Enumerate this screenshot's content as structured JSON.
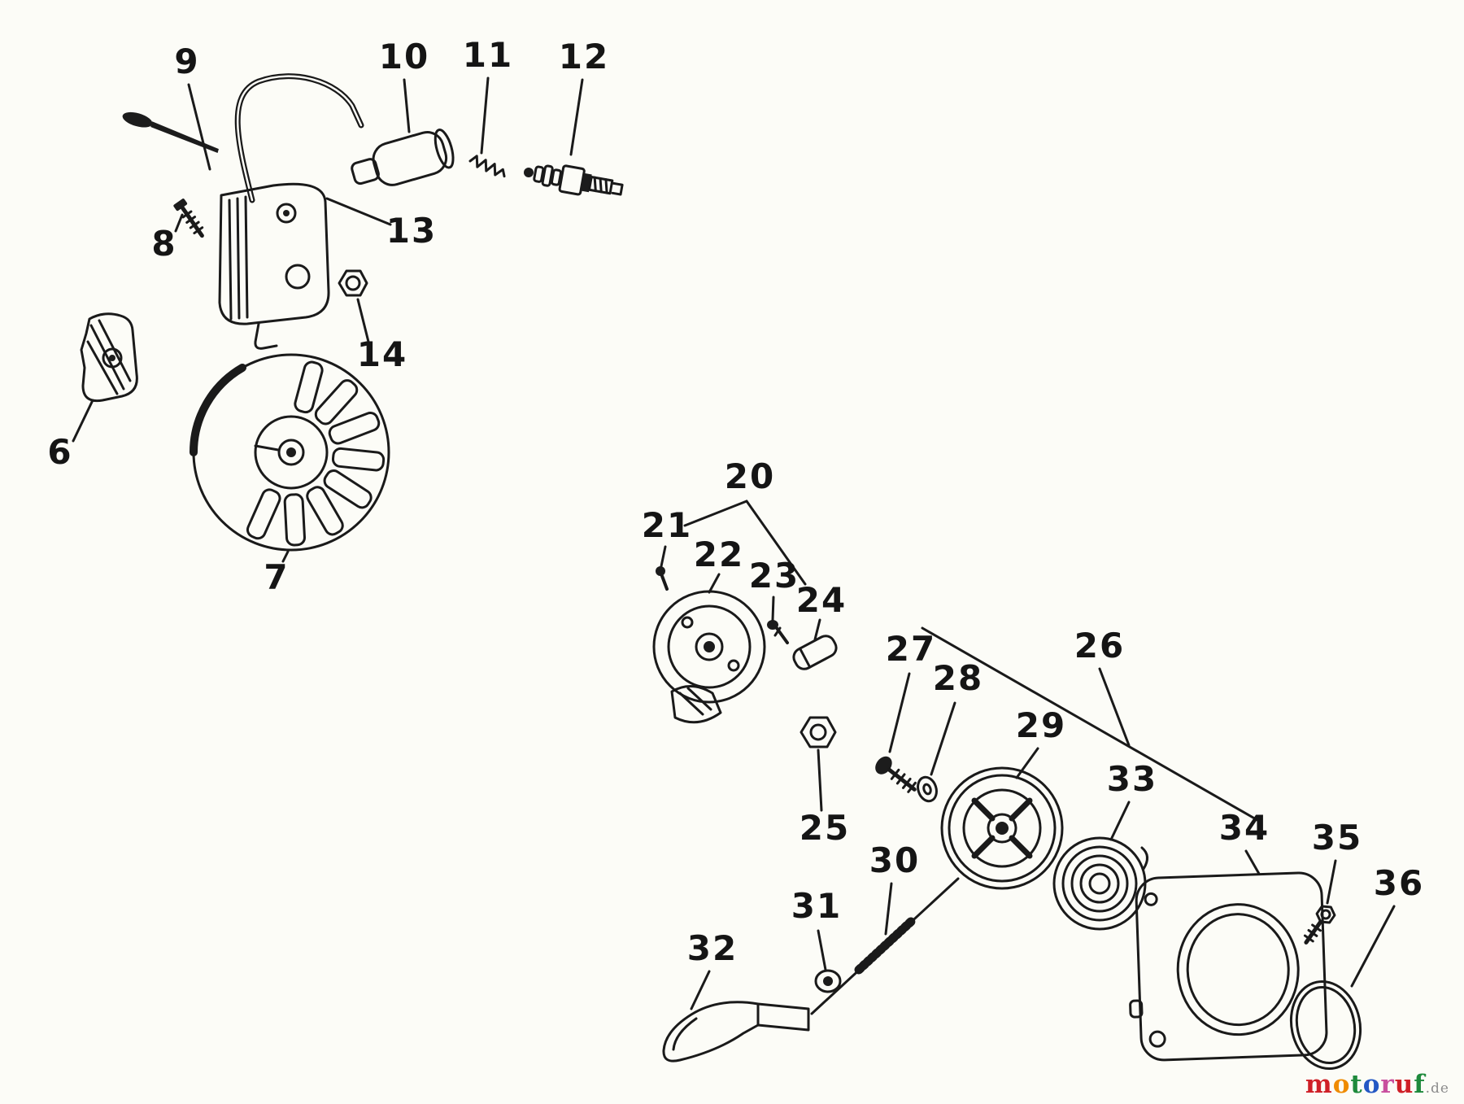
{
  "page": {
    "background": "#fcfcf7"
  },
  "diagram": {
    "description": "Exploded view: ignition coil, flywheel, spark plug, clutch and recoil starter assembly",
    "line_color": "#1a1a1a",
    "label_color": "#151515",
    "labels": {
      "l6": "6",
      "l7": "7",
      "l8": "8",
      "l9": "9",
      "l10": "10",
      "l11": "11",
      "l12": "12",
      "l13": "13",
      "l14": "14",
      "l20": "20",
      "l21": "21",
      "l22": "22",
      "l23": "23",
      "l24": "24",
      "l25": "25",
      "l26": "26",
      "l27": "27",
      "l28": "28",
      "l29": "29",
      "l30": "30",
      "l31": "31",
      "l32": "32",
      "l33": "33",
      "l34": "34",
      "l35": "35",
      "l36": "36"
    }
  },
  "branding": {
    "word": "motoruf",
    "suffix": ".de",
    "suffix_color": "#8c8c8c",
    "letters": [
      {
        "char": "m",
        "color": "#cf2027"
      },
      {
        "char": "o",
        "color": "#ef8b00"
      },
      {
        "char": "t",
        "color": "#1e8a3c"
      },
      {
        "char": "o",
        "color": "#2458c4"
      },
      {
        "char": "r",
        "color": "#c94f9e"
      },
      {
        "char": "u",
        "color": "#cf2027"
      },
      {
        "char": "f",
        "color": "#1e8a3c"
      }
    ]
  }
}
